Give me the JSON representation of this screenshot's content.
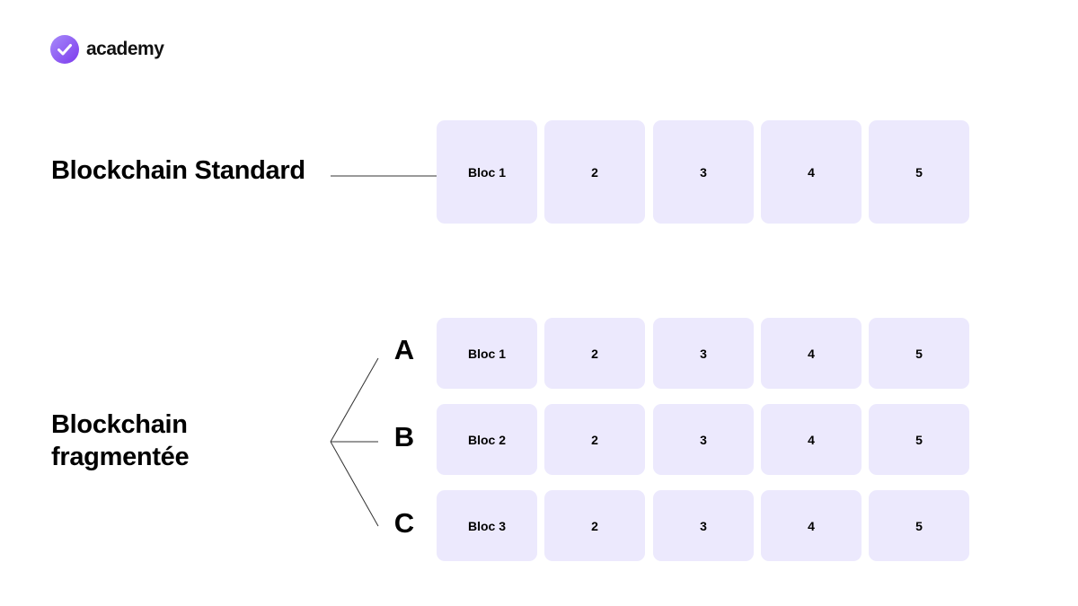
{
  "brand": {
    "name": "academy",
    "accent": "#8b5cf6"
  },
  "standard": {
    "label": "Blockchain Standard",
    "blocks": [
      "Bloc 1",
      "2",
      "3",
      "4",
      "5"
    ]
  },
  "fragmented": {
    "label_line1": "Blockchain",
    "label_line2": "fragmentée",
    "rows": [
      {
        "letter": "A",
        "blocks": [
          "Bloc 1",
          "2",
          "3",
          "4",
          "5"
        ]
      },
      {
        "letter": "B",
        "blocks": [
          "Bloc 2",
          "2",
          "3",
          "4",
          "5"
        ]
      },
      {
        "letter": "C",
        "blocks": [
          "Bloc 3",
          "2",
          "3",
          "4",
          "5"
        ]
      }
    ]
  },
  "colors": {
    "block_fill": "#ece9fd",
    "line": "#333333"
  }
}
